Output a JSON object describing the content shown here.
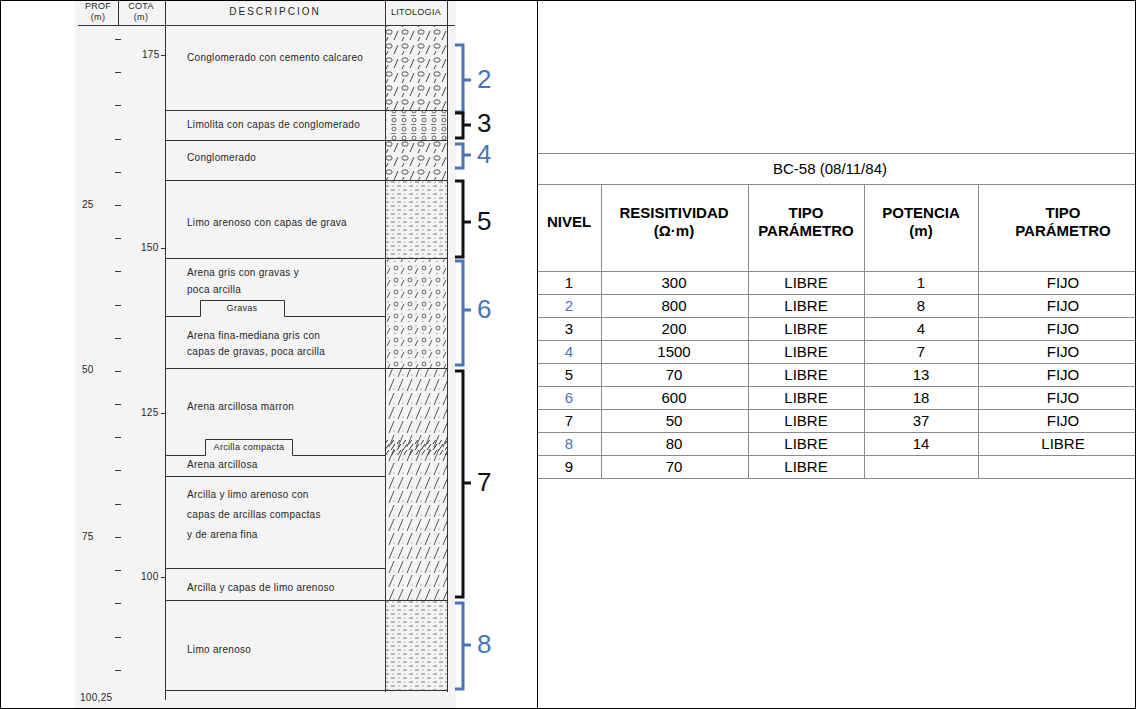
{
  "diagram": {
    "labels": [
      "PROF (m)",
      "COTA (m)",
      "DESCRIPCION",
      "LITOLOGIA",
      "175",
      "Conglomerado con cemento calcareo",
      "Limolita con capas de conglomerado",
      "Conglomerado",
      "25",
      "Limo arenoso con capas de grava",
      "150",
      "Arena gris con gravas y poca arcilla",
      "Gravas",
      "Arena fina-mediana gris con capas de gravas, poca arcilla",
      "50",
      "125",
      "Arena arcillosa marron",
      "Arcilla compacta",
      "Arena arcillosa",
      "Arcilla y limo arenoso con capas de arcillas compactas y de arena fina",
      "75",
      "100",
      "Arcilla y capas de limo arenoso",
      "Limo arenoso",
      "100,25",
      "2",
      "3",
      "4",
      "5",
      "6",
      "7",
      "8",
      "BC-58 (08/11/84)",
      "NIVEL",
      "RESISITIVIDAD (Ω·m)",
      "TIPO PARÁMETRO",
      "POTENCIA (m)",
      "TIPO PARÁMETRO",
      "1",
      "300",
      "LIBRE",
      "1",
      "FIJO",
      "2",
      "800",
      "LIBRE",
      "8",
      "FIJO",
      "3",
      "200",
      "LIBRE",
      "4",
      "FIJO",
      "4",
      "1500",
      "LIBRE",
      "7",
      "FIJO",
      "5",
      "70",
      "LIBRE",
      "13",
      "FIJO",
      "6",
      "600",
      "LIBRE",
      "18",
      "FIJO",
      "7",
      "50",
      "LIBRE",
      "37",
      "FIJO",
      "8",
      "80",
      "LIBRE",
      "14",
      "LIBRE",
      "9",
      "70",
      "LIBRE"
    ]
  }
}
